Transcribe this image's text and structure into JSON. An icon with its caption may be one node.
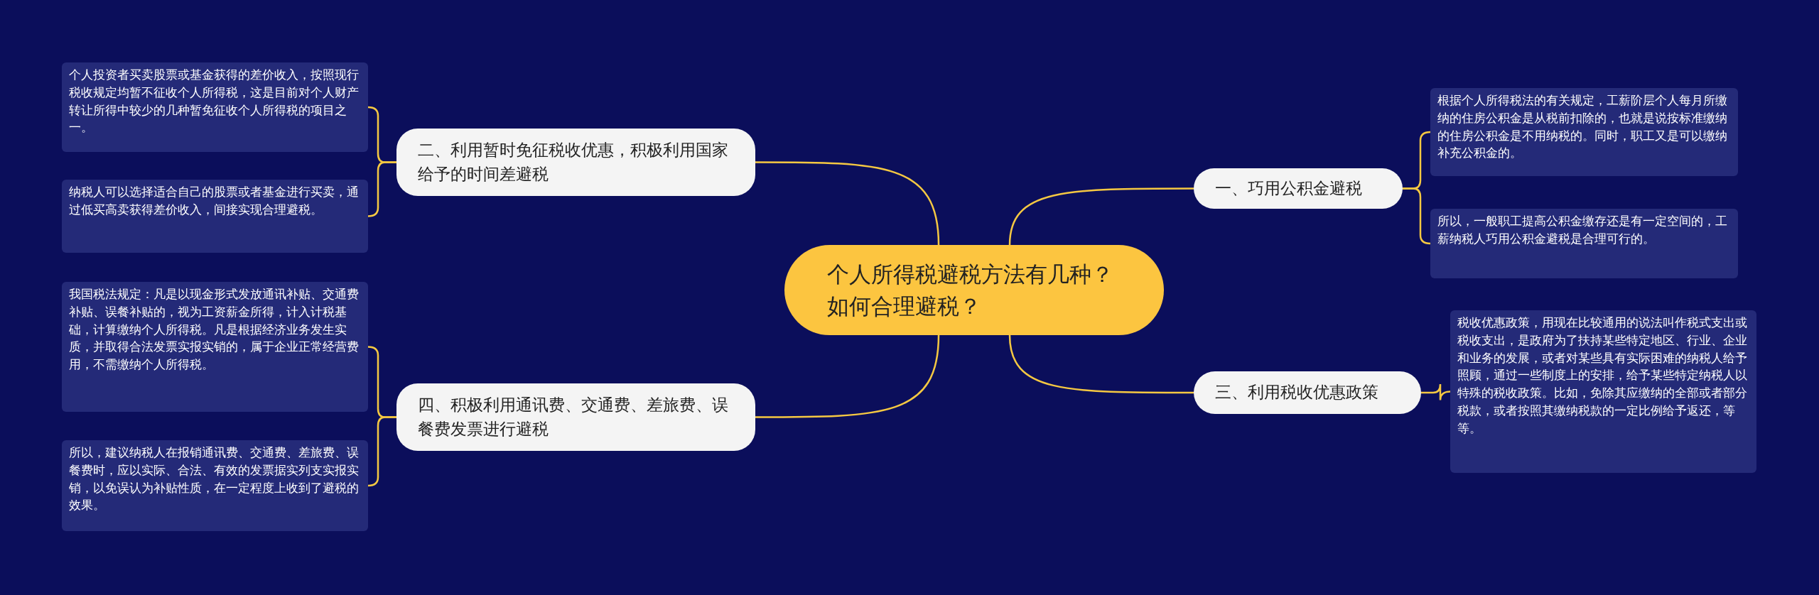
{
  "diagram": {
    "nodes": [
      {
        "text": [
          "个人所得税避税方法有几种？如何合理避税？"
        ]
      },
      {
        "text": [
          "一、巧用公积金避税"
        ]
      },
      {
        "text": [
          "根据个人所得税法的有关规定，工薪阶层个人每月所缴纳的住房公积金是从税前扣除的，也就是说按标准缴纳的住房公积金是不用纳税的。同时，职工又是可以缴纳补充公积金的。"
        ]
      },
      {
        "text": [
          "所以，一般职工提高公积金缴存还是有一定空间的，工薪纳税人巧用公积金避税是合理可行的。"
        ]
      },
      {
        "text": [
          "二、利用暂时免征税收优惠，积极利用国家给予的时间差避税"
        ]
      },
      {
        "text": [
          "个人投资者买卖股票或基金获得的差价收入，按照现行税收规定均暂不征收个人所得税，这是目前对个人财产转让所得中较少的几种暂免征收个人所得税的项目之一。"
        ]
      },
      {
        "text": [
          "纳税人可以选择适合自己的股票或者基金进行买卖，通过低买高卖获得差价收入，间接实现合理避税。"
        ]
      },
      {
        "text": [
          "三、利用税收优惠政策"
        ]
      },
      {
        "text": [
          "税收优惠政策，用现在比较通用的说法叫作税式支出或税收支出，是政府为了扶持某些特定地区、行业、企业和业务的发展，或者对某些具有实际困难的纳税人给予照顾，通过一些制度上的安排，给予某些特定纳税人以特殊的税收政策。比如，免除其应缴纳的全部或者部分税款，或者按照其缴纳税款的一定比例给予返还，等等。"
        ]
      },
      {
        "text": [
          "四、积极利用通讯费、交通费、差旅费、误餐费发票进行避税"
        ]
      },
      {
        "text": [
          "我国税法规定：凡是以现金形式发放通讯补贴、交通费补贴、误餐补贴的，视为工资薪金所得，计入计税基础，计算缴纳个人所得税。凡是根据经济业务发生实质，并取得合法发票实报实销的，属于企业正常经营费用，不需缴纳个人所得税。"
        ]
      },
      {
        "text": [
          "所以，建议纳税人在报销通讯费、交通费、差旅费、误餐费时，应以实际、合法、有效的发票据实列支实报实销，以免误认为补贴性质，在一定程度上收到了避税的效果。"
        ]
      }
    ],
    "edges": [
      {
        "from": 0,
        "to": 1,
        "arrow": "none"
      },
      {
        "from": 1,
        "to": 2,
        "arrow": "none"
      },
      {
        "from": 1,
        "to": 3,
        "arrow": "none"
      },
      {
        "from": 0,
        "to": 4,
        "arrow": "none"
      },
      {
        "from": 4,
        "to": 5,
        "arrow": "none"
      },
      {
        "from": 4,
        "to": 6,
        "arrow": "none"
      },
      {
        "from": 0,
        "to": 7,
        "arrow": "none"
      },
      {
        "from": 7,
        "to": 8,
        "arrow": "none"
      },
      {
        "from": 0,
        "to": 9,
        "arrow": "none"
      },
      {
        "from": 9,
        "to": 10,
        "arrow": "none"
      },
      {
        "from": 9,
        "to": 11,
        "arrow": "none"
      }
    ]
  }
}
